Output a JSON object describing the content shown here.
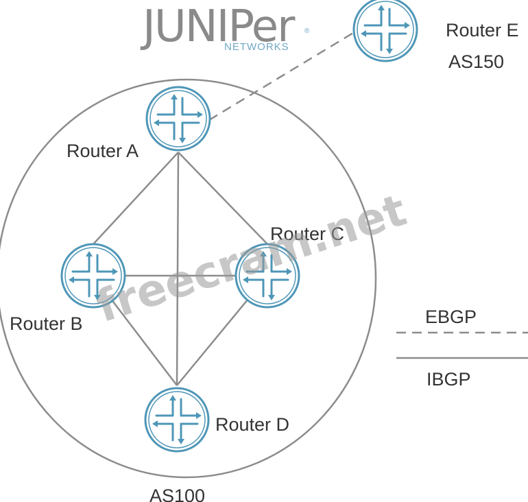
{
  "logo": {
    "word": "JUNIPer",
    "sub": "NETWORKS",
    "mark": "®"
  },
  "watermark": "freecram.net",
  "routers": {
    "a": {
      "label": "Router A"
    },
    "b": {
      "label": "Router B"
    },
    "c": {
      "label": "Router C"
    },
    "d": {
      "label": "Router D"
    },
    "e": {
      "label": "Router E",
      "as": "AS150"
    }
  },
  "as_region": {
    "label": "AS100"
  },
  "legend": {
    "ebgp": "EBGP",
    "ibgp": "IBGP"
  },
  "colors": {
    "router": "#4e96b7",
    "line": "#8c8c8c",
    "text": "#333333"
  },
  "icon": "router-icon"
}
